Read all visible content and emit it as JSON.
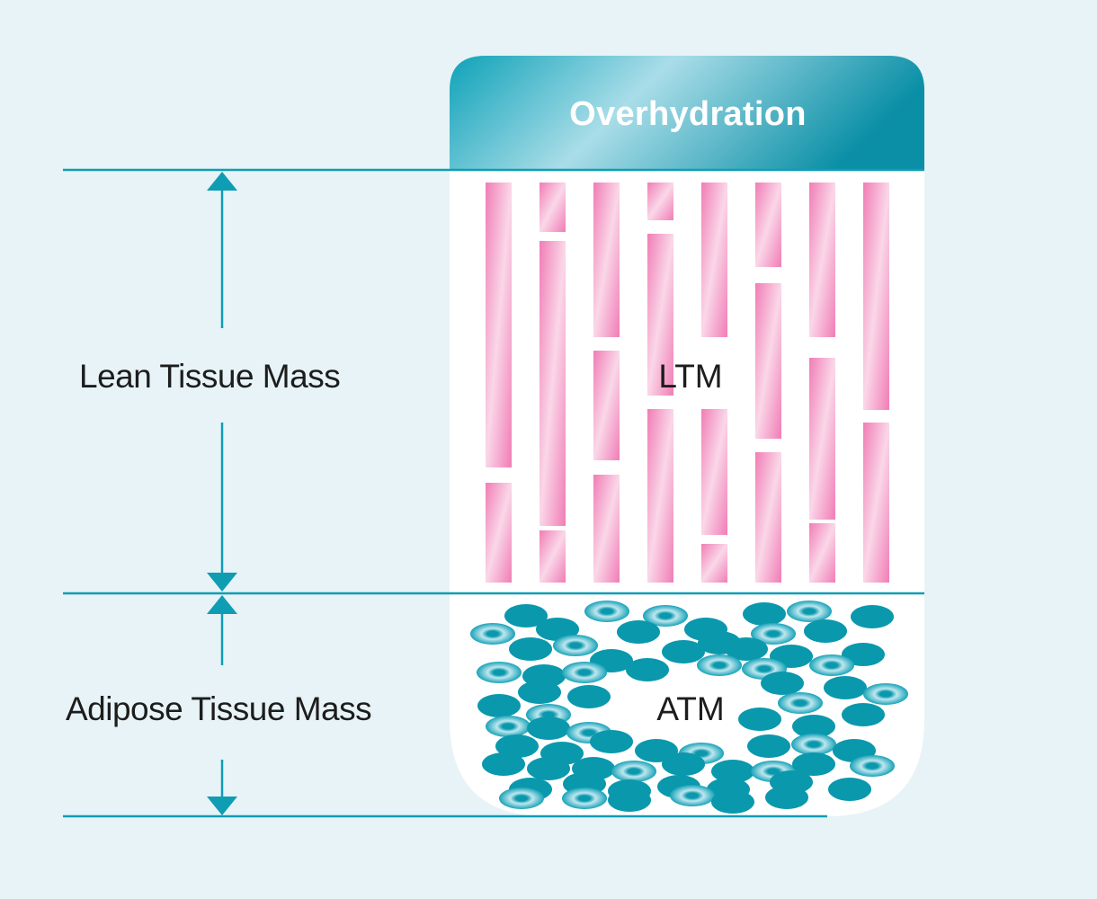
{
  "header": {
    "title": "Overhydration"
  },
  "labels": {
    "lean_tissue_mass": "Lean Tissue Mass",
    "adipose_tissue_mass": "Adipose Tissue Mass",
    "ltm": "LTM",
    "atm": "ATM"
  },
  "colors": {
    "background": "#e7f3f7",
    "teal": "#0f9db3",
    "muscle_pink": "#f07ab4",
    "fat_cell": "#0a98ad"
  },
  "icons": [
    "arrow-up-icon",
    "arrow-down-icon",
    "muscle-fiber-icon",
    "fat-cell-icon"
  ]
}
